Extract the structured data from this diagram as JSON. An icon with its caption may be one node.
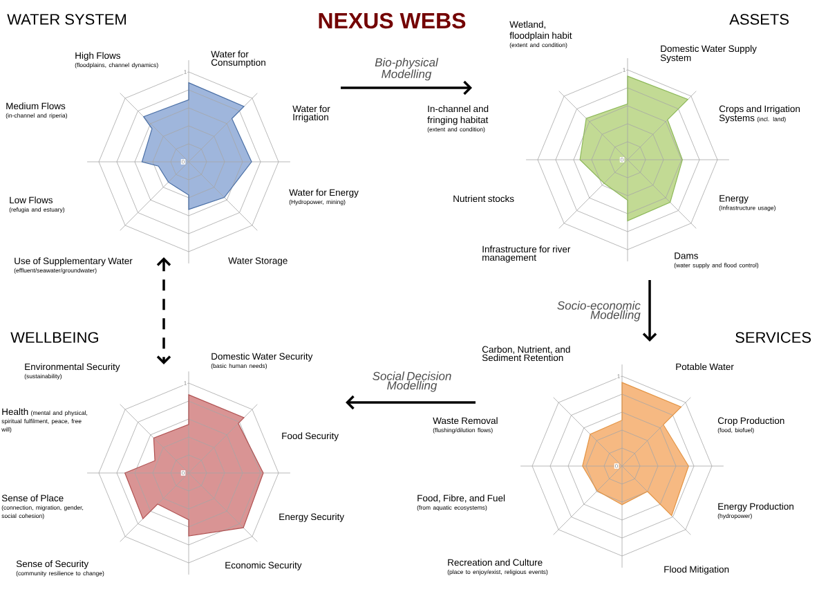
{
  "diagram": {
    "title": "NEXUS WEBS",
    "nodes": [
      {
        "text": [
          "WATER SYSTEM"
        ],
        "beside": [
          "Water for Consumption",
          "Water for Irrigation",
          "Water for Energy",
          "(Hydropower, mining)",
          "Water Storage",
          "Use of Supplementary Water",
          "(effluent/seawater/groundwater)",
          "Low Flows",
          "(refugia and estuary)",
          "Medium Flows",
          "(in-channel and riperia)",
          "High Flows",
          "(floodplains, channel dynamics)"
        ]
      },
      {
        "text": [
          "ASSETS"
        ],
        "beside": [
          "Wetland, floodplain habit",
          "(extent and condition)",
          "Domestic Water Supply System",
          "Crops and Irrigation Systems",
          "(incl. land)",
          "In-channel and fringing habitat",
          "(extent and condition)",
          "Nutrient stocks",
          "Energy",
          "(Infrastructure usage)",
          "Infrastructure for river management",
          "Dams",
          "(water supply and flood control)"
        ]
      },
      {
        "text": [
          "SERVICES"
        ],
        "beside": [
          "Carbon, Nutrient, and Sediment Retention",
          "Potable Water",
          "Waste Removal",
          "(flushing/dilution flows)",
          "Crop Production",
          "(food, biofuel)",
          "Food, Fibre, and Fuel",
          "(from aquatic ecosystems)",
          "Energy Production",
          "(hydropower)",
          "Recreation and Culture",
          "(place to enjoy/exist, religious events)",
          "Flood Mitigation"
        ]
      },
      {
        "text": [
          "WELLBEING"
        ],
        "beside": [
          "Environmental Security",
          "(sustainability)",
          "Domestic Water Security",
          "(basic human needs)",
          "Health",
          "(mental and physical, spiritual fulfilment, peace, free will)",
          "Food Security",
          "Sense of Place",
          "(connection, migration, gender, social cohesion)",
          "Energy Security",
          "Sense of Security",
          "(community resilience to change)",
          "Economic Security"
        ]
      }
    ],
    "edges": [
      {
        "from": 0,
        "to": 1,
        "arrow": "to",
        "label": "Bio-physical Modelling"
      },
      {
        "from": 1,
        "to": 2,
        "arrow": "to",
        "label": "Socio-economic Modelling"
      },
      {
        "from": 2,
        "to": 3,
        "arrow": "to",
        "label": "Social Decision Modelling"
      },
      {
        "from": 0,
        "to": 3,
        "arrow": "both",
        "style": "dashed"
      }
    ],
    "labels": [
      "1",
      "0",
      "1",
      "0",
      "1",
      "0",
      "1",
      "0"
    ]
  }
}
